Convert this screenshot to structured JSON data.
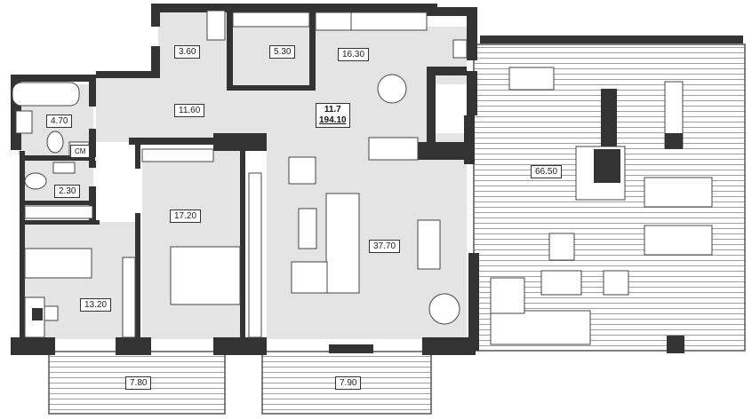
{
  "plan": {
    "colors": {
      "wall": "#333333",
      "floor": "#e4e4e4",
      "deck": "#ffffff",
      "deck_line": "#9a9a9a",
      "furniture": "#ffffff"
    },
    "summary": {
      "rooms": "11.7",
      "total_area": "194.10"
    },
    "rooms": [
      {
        "id": "hall-small",
        "area": "3.60"
      },
      {
        "id": "wardrobe",
        "area": "5.30"
      },
      {
        "id": "kitchen",
        "area": "16.30"
      },
      {
        "id": "bathroom",
        "area": "4.70"
      },
      {
        "id": "washing-machine",
        "label": "CM"
      },
      {
        "id": "toilet",
        "area": "2.30"
      },
      {
        "id": "corridor",
        "area": "11.60"
      },
      {
        "id": "bedroom-master",
        "area": "17.20"
      },
      {
        "id": "bedroom-kids",
        "area": "13.20"
      },
      {
        "id": "living-room",
        "area": "37.70"
      },
      {
        "id": "terrace",
        "area": "66.50"
      },
      {
        "id": "balcony-left",
        "area": "7.80"
      },
      {
        "id": "balcony-right",
        "area": "7.90"
      }
    ]
  }
}
